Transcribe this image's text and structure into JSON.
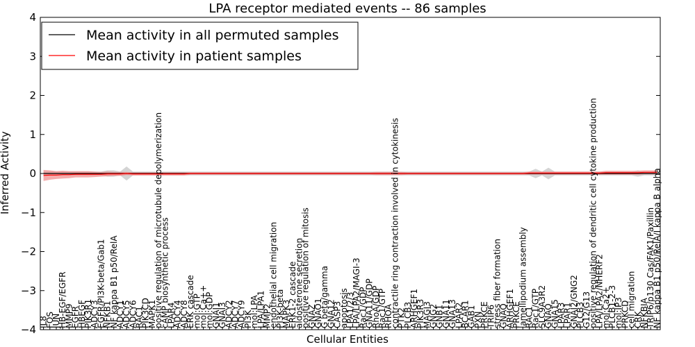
{
  "chart_data": {
    "type": "line",
    "title": "LPA receptor mediated events -- 86 samples",
    "xlabel": "Cellular Entities",
    "ylabel": "Inferred Activity",
    "ylim": [
      -4,
      4
    ],
    "yticks": [
      "−4",
      "−3",
      "−2",
      "−1",
      "0",
      "1",
      "2",
      "3",
      "4"
    ],
    "legend_position": "top-left",
    "categories": [
      "IL8",
      "FOS",
      "JUN",
      "HB-EGF/EGFR",
      "MMP9",
      "EGFR",
      "HBEGF",
      "PIK3R1",
      "ADCY3",
      "EGFR/PI3K-beta/Gab1",
      "NFKB1",
      "NF kappa B1 p50/RelA",
      "ADCY1",
      "ADCY5",
      "ADCY6",
      "RAC1",
      "PIK3CD",
      "MAPK1",
      "positive regulation of microtubule depolymerization",
      "cAMP biosynthetic process",
      "LPAR4",
      "ADCY4",
      "ADCY8",
      "ERK cascade",
      "mol:GTP",
      "mol:Ca++",
      "mol:GDP",
      "GNAI1",
      "GNAI3",
      "ADCY2",
      "ADCY7",
      "ADCY9",
      "PI3K",
      "mol:LPA",
      "LPA/LPA1",
      "MMP2",
      "endothelial cell migration",
      "PI3K-beta",
      "MAPK3",
      "ERK1-2 cascade",
      "aldosterone secretion",
      "positive regulation of mitosis",
      "GNAZ",
      "GNAO1",
      "G beta/gamma",
      "GNA12",
      "CASP3",
      "apoptosis",
      "LPA1/2/3",
      "LPA/LPA2/MAGI-3",
      "Rac1/GDP",
      "GNA11/GDP",
      "RhoA/GDP",
      "Rac1/GTP",
      "RHOA",
      "contractile ring contraction involved in cytokinesis",
      "PTK2",
      "PLCB3",
      "ARHGEF1",
      "PIK3R3",
      "MAGI3",
      "GNG2",
      "GNB1",
      "GNA11",
      "GNA13",
      "LPAR2",
      "BCAR1",
      "GAB1",
      "PXN",
      "PRKCE",
      "TRIP6",
      "stress fiber formation",
      "GNAQ",
      "ARHGEF1",
      "PRKCE",
      "lamellipodium assembly",
      "RAC1",
      "Rac1/GTP",
      "SLC9A3R2",
      "GNAQ",
      "GNA15",
      "LPAR3",
      "LPAR1",
      "GNAI2/GNG2",
      "PLCB3",
      "G12/G13",
      "positive regulation of dendritic cell cytokine production",
      "LPA/LPA2/NHERF2",
      "mol:Ca2+",
      "PLCB1-2-3",
      "mol:IP3",
      "PRKCD",
      "cell migration",
      "CRK",
      "NFKBIA",
      "TRIP6/p130 Cas/FAK1/Paxillin",
      "NF kappa B1 p50/RelA/I kappa B alpha"
    ],
    "series": [
      {
        "name": "Mean activity in all permuted samples",
        "color": "#000000",
        "values": [
          0.0,
          0.0,
          0.0,
          0.0,
          0.0,
          0.0,
          0.0,
          0.0,
          0.0,
          0.0,
          0.0,
          0.0,
          0.0,
          0.0,
          0.0,
          0.0,
          0.0,
          0.0,
          0.0,
          0.0,
          0.0,
          0.0,
          0.0,
          0.0,
          0.0,
          0.0,
          0.0,
          0.0,
          0.0,
          0.0,
          0.0,
          0.0,
          0.0,
          0.0,
          0.0,
          0.0,
          0.0,
          0.0,
          0.0,
          0.0,
          0.0,
          0.0,
          0.0,
          0.0,
          0.0,
          0.0,
          0.0,
          0.0,
          0.0,
          0.0,
          0.0,
          0.0,
          0.0,
          0.0,
          0.0,
          0.0,
          0.0,
          0.0,
          0.0,
          0.0,
          0.0,
          0.0,
          0.0,
          0.0,
          0.0,
          0.0,
          0.0,
          0.0,
          0.0,
          0.0,
          0.0,
          0.0,
          0.0,
          0.0,
          0.0,
          0.0,
          0.0,
          0.0,
          0.0,
          0.0,
          0.0,
          0.0,
          0.0,
          0.0,
          0.0,
          0.0,
          0.0,
          0.0,
          0.0,
          0.0,
          0.0,
          0.0,
          0.0,
          0.0,
          0.0,
          0.0,
          0.0
        ],
        "band_color": "#aaaaaa",
        "band": [
          0.05,
          0.05,
          0.05,
          0.05,
          0.05,
          0.05,
          0.05,
          0.05,
          0.05,
          0.05,
          0.08,
          0.08,
          0.05,
          0.18,
          0.05,
          0.05,
          0.05,
          0.05,
          0.05,
          0.05,
          0.05,
          0.05,
          0.05,
          0.05,
          0.05,
          0.05,
          0.05,
          0.05,
          0.05,
          0.05,
          0.05,
          0.05,
          0.05,
          0.05,
          0.05,
          0.05,
          0.05,
          0.05,
          0.05,
          0.05,
          0.05,
          0.05,
          0.05,
          0.05,
          0.05,
          0.05,
          0.05,
          0.05,
          0.05,
          0.05,
          0.05,
          0.05,
          0.05,
          0.05,
          0.05,
          0.05,
          0.05,
          0.05,
          0.05,
          0.05,
          0.05,
          0.05,
          0.05,
          0.05,
          0.05,
          0.05,
          0.05,
          0.05,
          0.05,
          0.05,
          0.05,
          0.05,
          0.05,
          0.05,
          0.05,
          0.05,
          0.05,
          0.12,
          0.05,
          0.15,
          0.05,
          0.05,
          0.05,
          0.05,
          0.05,
          0.05,
          0.05,
          0.05,
          0.05,
          0.05,
          0.05,
          0.05,
          0.05,
          0.08,
          0.05,
          0.05,
          0.05
        ]
      },
      {
        "name": "Mean activity in patient samples",
        "color": "#ff0000",
        "values": [
          -0.05,
          -0.04,
          -0.04,
          -0.03,
          -0.03,
          -0.02,
          -0.02,
          -0.02,
          -0.02,
          -0.02,
          -0.01,
          -0.01,
          -0.01,
          0.0,
          -0.01,
          -0.01,
          -0.01,
          -0.01,
          -0.01,
          -0.01,
          -0.01,
          -0.01,
          -0.01,
          0.0,
          0.0,
          0.0,
          0.0,
          0.0,
          0.0,
          0.0,
          0.0,
          0.0,
          0.0,
          0.0,
          0.0,
          0.0,
          0.0,
          0.0,
          0.0,
          0.0,
          0.0,
          0.0,
          0.0,
          0.0,
          0.0,
          0.0,
          0.0,
          0.0,
          0.0,
          0.0,
          0.0,
          0.0,
          0.0,
          0.0,
          0.0,
          0.0,
          0.0,
          0.0,
          0.0,
          0.0,
          0.0,
          0.0,
          0.0,
          0.0,
          0.0,
          0.0,
          0.0,
          0.0,
          0.0,
          0.0,
          0.0,
          0.0,
          0.0,
          0.0,
          0.0,
          0.0,
          0.01,
          0.01,
          0.01,
          0.01,
          0.01,
          0.01,
          0.01,
          0.01,
          0.01,
          0.01,
          0.01,
          0.01,
          0.02,
          0.02,
          0.02,
          0.02,
          0.02,
          0.02,
          0.03,
          0.03,
          0.03
        ],
        "band_color": "#f08080",
        "band": [
          0.14,
          0.12,
          0.1,
          0.1,
          0.09,
          0.08,
          0.08,
          0.08,
          0.07,
          0.06,
          0.06,
          0.05,
          0.05,
          0.04,
          0.04,
          0.04,
          0.04,
          0.04,
          0.04,
          0.04,
          0.04,
          0.04,
          0.04,
          0.03,
          0.03,
          0.03,
          0.03,
          0.03,
          0.03,
          0.03,
          0.03,
          0.03,
          0.03,
          0.03,
          0.03,
          0.03,
          0.03,
          0.03,
          0.03,
          0.03,
          0.03,
          0.03,
          0.03,
          0.03,
          0.03,
          0.03,
          0.03,
          0.03,
          0.03,
          0.03,
          0.03,
          0.03,
          0.04,
          0.04,
          0.04,
          0.04,
          0.04,
          0.03,
          0.03,
          0.03,
          0.03,
          0.03,
          0.03,
          0.03,
          0.03,
          0.03,
          0.03,
          0.03,
          0.03,
          0.03,
          0.03,
          0.03,
          0.03,
          0.03,
          0.03,
          0.03,
          0.04,
          0.04,
          0.04,
          0.04,
          0.04,
          0.04,
          0.04,
          0.04,
          0.04,
          0.04,
          0.04,
          0.04,
          0.05,
          0.05,
          0.05,
          0.05,
          0.05,
          0.05,
          0.05,
          0.05,
          0.05
        ]
      }
    ]
  }
}
